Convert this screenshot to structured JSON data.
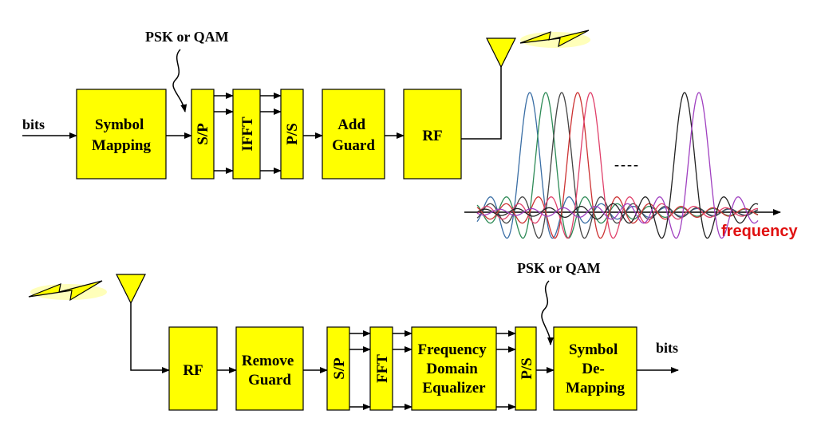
{
  "tx": {
    "input_label": "bits",
    "modulation_label": "PSK or QAM",
    "blocks": {
      "symbol_mapping": [
        "Symbol",
        "Mapping"
      ],
      "sp": "S/P",
      "ifft": "IFFT",
      "ps": "P/S",
      "add_guard": [
        "Add",
        "Guard"
      ],
      "rf": "RF"
    }
  },
  "spectrum": {
    "axis_label": "frequency",
    "ellipsis": "----",
    "colors": [
      "#3a6ea5",
      "#2e8b57",
      "#444444",
      "#cc3333",
      "#e0406a",
      "#222222",
      "#a040c0"
    ]
  },
  "rx": {
    "output_label": "bits",
    "modulation_label": "PSK or QAM",
    "blocks": {
      "rf": "RF",
      "remove_guard": [
        "Remove",
        "Guard"
      ],
      "sp": "S/P",
      "fft": "FFT",
      "equalizer": [
        "Frequency",
        "Domain",
        "Equalizer"
      ],
      "ps": "P/S",
      "symbol_demapping": [
        "Symbol",
        "De-",
        "Mapping"
      ]
    }
  }
}
